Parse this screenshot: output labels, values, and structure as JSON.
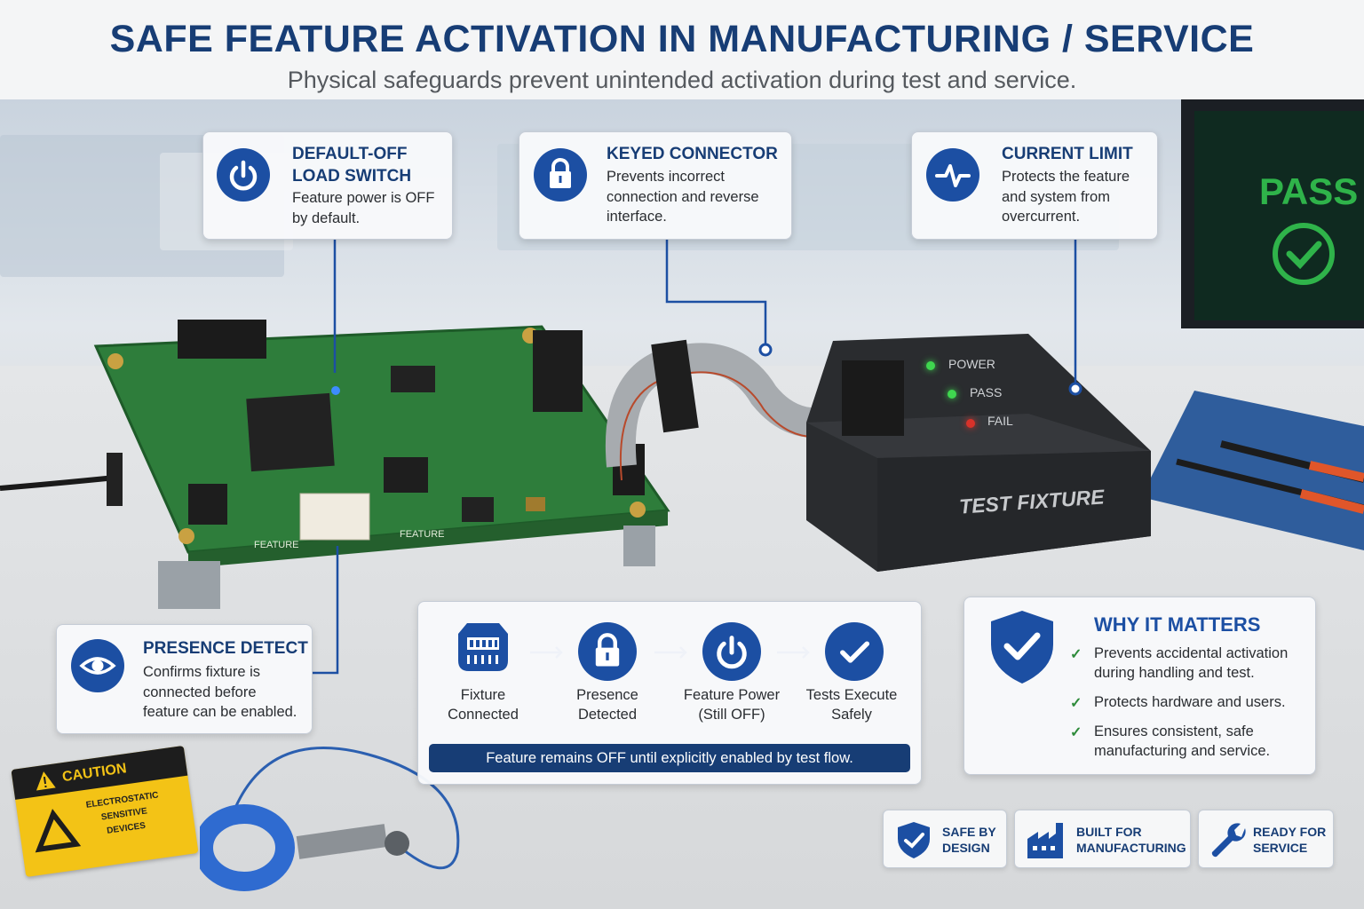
{
  "header": {
    "title": "SAFE FEATURE ACTIVATION IN MANUFACTURING / SERVICE",
    "subtitle": "Physical safeguards prevent unintended activation during test and service."
  },
  "colors": {
    "brand_blue": "#1c4fa3",
    "navy": "#173d75",
    "check_green": "#2e8b3a",
    "pass_green": "#2fb34a"
  },
  "cards": {
    "load_switch": {
      "title_line1": "DEFAULT-OFF",
      "title_line2": "LOAD SWITCH",
      "text_line1": "Feature power is OFF",
      "text_line2": "by default.",
      "icon": "power-icon"
    },
    "keyed_connector": {
      "title": "KEYED CONNECTOR",
      "text_line1": "Prevents incorrect",
      "text_line2": "connection and reverse",
      "text_line3": "interface.",
      "icon": "lock-icon"
    },
    "current_limit": {
      "title": "CURRENT LIMIT",
      "text_line1": "Protects the feature",
      "text_line2": "and system from",
      "text_line3": "overcurrent.",
      "icon": "pulse-icon"
    },
    "presence_detect": {
      "title": "PRESENCE DETECT",
      "text_line1": "Confirms fixture is",
      "text_line2": "connected before",
      "text_line3": "feature can be enabled.",
      "icon": "eye-icon"
    }
  },
  "flow": {
    "steps": [
      {
        "line1": "Fixture",
        "line2": "Connected",
        "icon": "connector-icon"
      },
      {
        "line1": "Presence",
        "line2": "Detected",
        "icon": "lock-icon"
      },
      {
        "line1": "Feature Power",
        "line2": "(Still OFF)",
        "icon": "power-icon"
      },
      {
        "line1": "Tests Execute",
        "line2": "Safely",
        "icon": "check-icon"
      }
    ],
    "banner": "Feature remains OFF until explicitly enabled by test flow."
  },
  "why": {
    "title": "WHY IT MATTERS",
    "items": [
      {
        "line1": "Prevents accidental activation",
        "line2": "during handling and test."
      },
      {
        "line1": "Protects hardware and users.",
        "line2": ""
      },
      {
        "line1": "Ensures consistent, safe",
        "line2": "manufacturing and service."
      }
    ]
  },
  "badges": [
    {
      "line1": "SAFE BY",
      "line2": "DESIGN",
      "icon": "shield-icon"
    },
    {
      "line1": "BUILT FOR",
      "line2": "MANUFACTURING",
      "icon": "factory-icon"
    },
    {
      "line1": "READY FOR",
      "line2": "SERVICE",
      "icon": "wrench-icon"
    }
  ],
  "fixture": {
    "label": "TEST FIXTURE",
    "leds": [
      {
        "label": "POWER",
        "color": "#3fd64f"
      },
      {
        "label": "PASS",
        "color": "#3fd64f"
      },
      {
        "label": "FAIL",
        "color": "#d8322a"
      }
    ]
  },
  "monitor": {
    "status": "PASS"
  },
  "pcb": {
    "labels": [
      "FEATURE",
      "FEATURE"
    ]
  },
  "caution": {
    "heading": "CAUTION",
    "line1": "ELECTROSTATIC",
    "line2": "SENSITIVE",
    "line3": "DEVICES"
  }
}
